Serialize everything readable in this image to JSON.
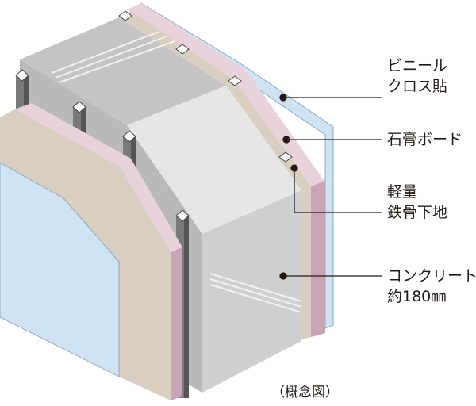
{
  "labels": {
    "vinyl_cloth": [
      "ビニール",
      "クロス貼"
    ],
    "gypsum_board": "石膏ボード",
    "steel_frame": [
      "軽量",
      "鉄骨下地"
    ],
    "concrete": [
      "コンクリート",
      "約180㎜"
    ]
  },
  "caption": "（概念図）",
  "colors": {
    "blue_cloth": "#cfe3f3",
    "gypsum_pink": "#e8d3dc",
    "beige": "#d8cfc0",
    "concrete_gray": "#c9c9c9",
    "leader": "#231815"
  }
}
